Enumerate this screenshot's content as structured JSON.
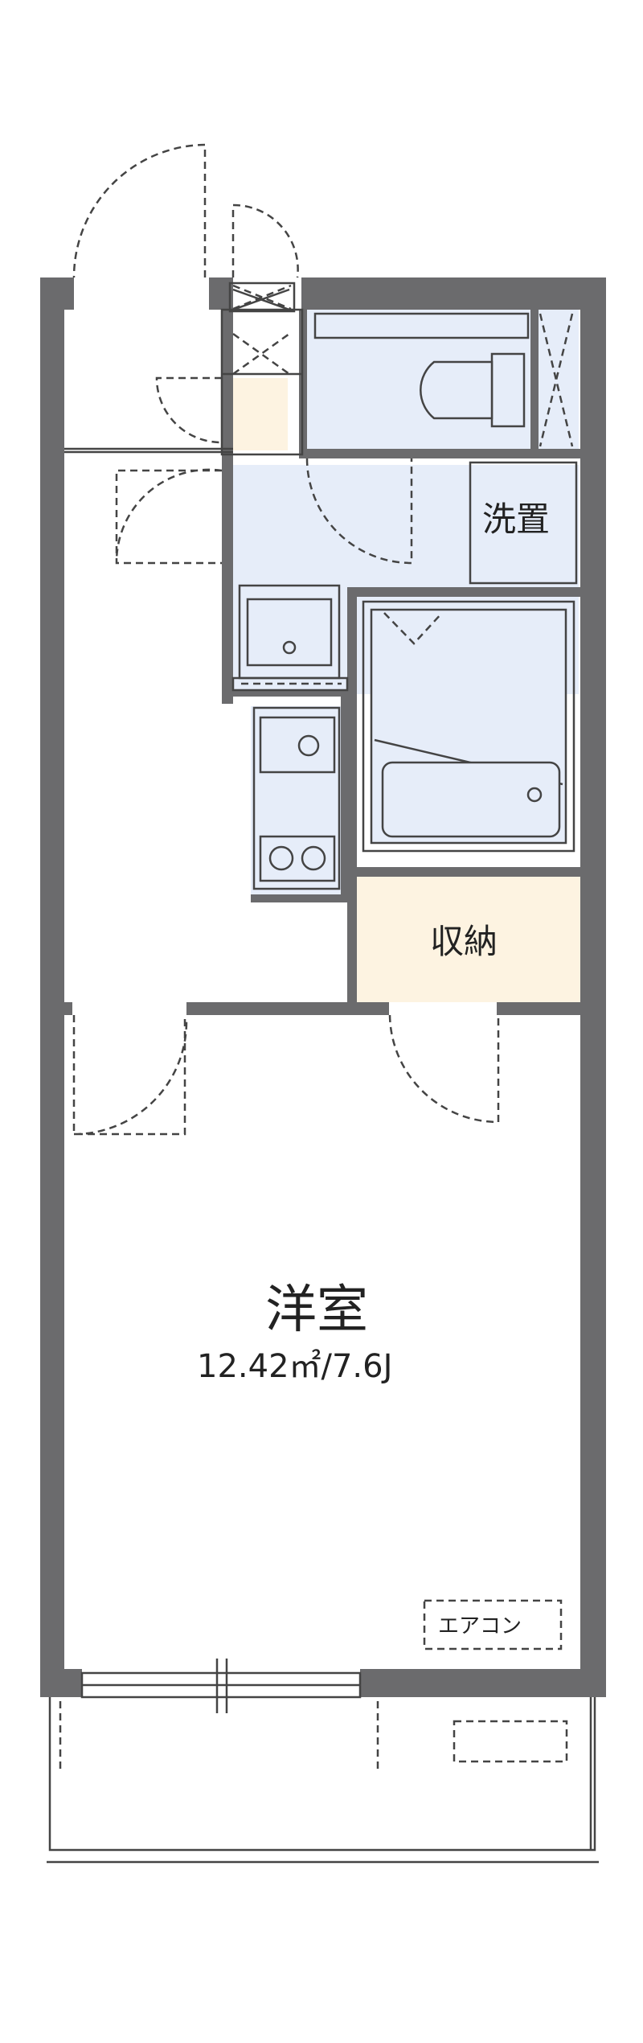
{
  "rooms": {
    "western_room_label": "洋室",
    "western_room_area": "12.42㎡/7.6J",
    "storage_label": "収納",
    "washer_label": "洗置",
    "aircon_label": "エアコン"
  },
  "colors": {
    "wall": "#6b6b6d",
    "wet_area": "#e6edf9",
    "storage": "#fdf3e1",
    "line": "#444444"
  }
}
